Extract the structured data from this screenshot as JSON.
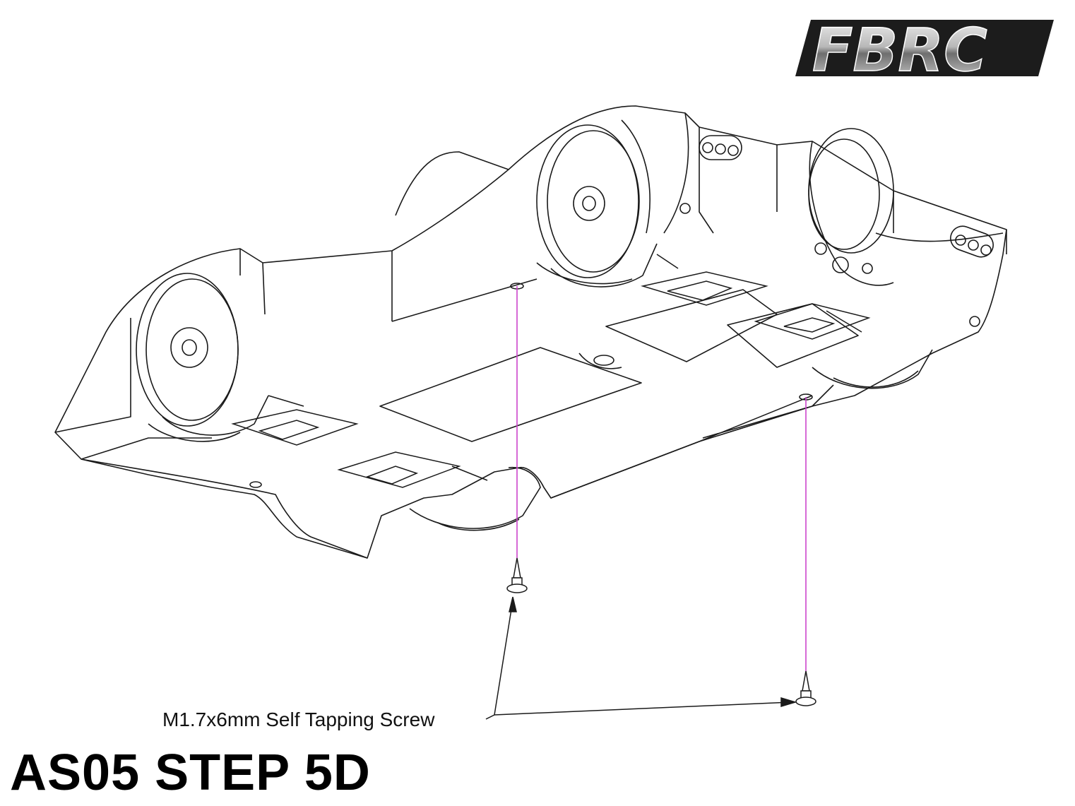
{
  "logo": {
    "text": "FBRC"
  },
  "callout": {
    "label": "M1.7x6mm Self Tapping Screw"
  },
  "step": {
    "title": "AS05 STEP 5D"
  },
  "colors": {
    "line": "#1a1a1a",
    "guide": "#cc44cc",
    "logo_dark": "#1c1c1c",
    "logo_light": "#d0d0d0"
  },
  "icons": [
    "screw-icon",
    "wheel-icon",
    "chassis-drawing"
  ]
}
